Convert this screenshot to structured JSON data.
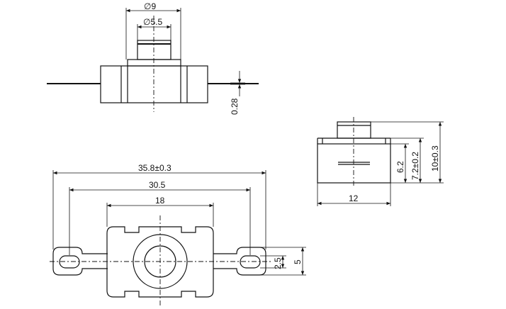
{
  "dimensions": {
    "top_outer_diameter": "∅9",
    "top_inner_diameter": "∅5.5",
    "lead_thickness": "0.28",
    "side_overall_height": "10±0.3",
    "side_body_height_tol": "7.2±0.2",
    "side_body_height": "6.2",
    "side_width": "12",
    "plan_overall_length": "35.8±0.3",
    "plan_hole_pitch": "30.5",
    "plan_body_width": "18",
    "plan_tab_width": "5",
    "plan_hole_size": "2.5"
  }
}
